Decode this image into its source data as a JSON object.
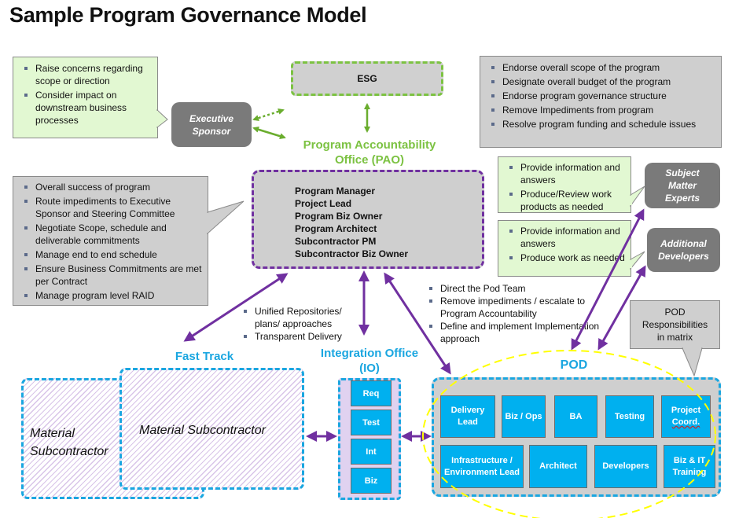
{
  "title": "Sample Program Governance Model",
  "exec_sponsor": {
    "label_line1": "Executive",
    "label_line2": "Sponsor",
    "callout": [
      "Raise concerns regarding scope or direction",
      "Consider impact on downstream business processes"
    ]
  },
  "esg": {
    "label": "ESG",
    "callout": [
      "Endorse overall scope of the program",
      "Designate overall budget of the program",
      "Endorse program governance structure",
      "Remove Impediments from program",
      "Resolve program funding and schedule issues"
    ]
  },
  "pao": {
    "heading_line1": "Program Accountability",
    "heading_line2": "Office (PAO)",
    "members": [
      "Program Manager",
      "Project Lead",
      "Program Biz Owner",
      "Program Architect",
      "Subcontractor PM",
      "Subcontractor Biz Owner"
    ],
    "callout": [
      "Overall success of program",
      "Route impediments to Executive Sponsor and Steering Committee",
      "Negotiate Scope, schedule and deliverable commitments",
      "Manage end to end schedule",
      "Ensure Business Commitments are met per Contract",
      "Manage program level RAID"
    ]
  },
  "sme": {
    "label_lines": [
      "Subject",
      "Matter",
      "Experts"
    ],
    "callout": [
      "Provide information and answers",
      "Produce/Review work products as needed"
    ]
  },
  "additional_devs": {
    "label_lines": [
      "Additional",
      "Developers"
    ],
    "callout": [
      "Provide information and answers",
      "Produce work as needed"
    ]
  },
  "io_notes": [
    "Unified Repositories/ plans/ approaches",
    "Transparent Delivery"
  ],
  "pod_notes": [
    "Direct the Pod Team",
    "Remove impediments / escalate to Program Accountability",
    "Define and implement Implementation approach"
  ],
  "fast_track": {
    "label": "Fast Track",
    "sub_back": [
      "Material",
      "Subcontractor"
    ],
    "sub_front": "Material Subcontractor"
  },
  "integration_office": {
    "heading_line1": "Integration Office",
    "heading_line2": "(IO)",
    "items": [
      "Req",
      "Test",
      "Int",
      "Biz"
    ]
  },
  "pod": {
    "label": "POD",
    "responsibilities_callout": [
      "POD",
      "Responsibilities",
      "in matrix"
    ],
    "row1": [
      {
        "line1": "Delivery",
        "line2": "Lead"
      },
      {
        "line1": "Biz / Ops",
        "line2": ""
      },
      {
        "line1": "BA",
        "line2": ""
      },
      {
        "line1": "Testing",
        "line2": ""
      },
      {
        "line1": "Project",
        "line2": "Coord."
      }
    ],
    "row2": [
      {
        "line1": "Infrastructure /",
        "line2": "Environment Lead"
      },
      {
        "line1": "Architect",
        "line2": ""
      },
      {
        "line1": "Developers",
        "line2": ""
      },
      {
        "line1": "Biz & IT",
        "line2": "Training"
      }
    ]
  },
  "colors": {
    "green": "#7cc242",
    "purple": "#7030a0",
    "blue": "#1aa6e0",
    "cell_blue": "#00b0ef",
    "yellow": "#ffff00",
    "gray_box": "#cfcfcf",
    "dark_gray": "#7a7a7a",
    "light_green": "#e2f8d2"
  }
}
